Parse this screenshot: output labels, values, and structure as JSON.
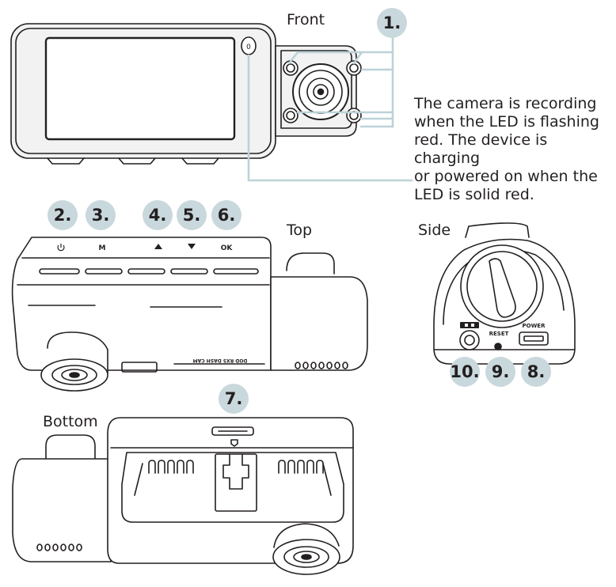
{
  "views": {
    "front": "Front",
    "top": "Top",
    "side": "Side",
    "bottom": "Bottom"
  },
  "callouts": [
    "1.",
    "2.",
    "3.",
    "4.",
    "5.",
    "6.",
    "7.",
    "8.",
    "9.",
    "10."
  ],
  "note": {
    "line1": "The camera is recording",
    "line2": "when the LED is flashing",
    "line3": "red. The device is charging",
    "line4": "or powered on when the",
    "line5": "LED is solid red."
  },
  "device_text": {
    "led_mark": "0",
    "button_mode": "M",
    "button_ok": "OK",
    "reset": "RESET",
    "power": "POWER",
    "brand": "DOD RX5 DASH CAM"
  },
  "colors": {
    "ink": "#231f20",
    "callout_line": "#bcd2d7",
    "badge_fill": "#c9d8dc",
    "bezel": "#f2f2f2",
    "screen": "#ffffff"
  },
  "icons": [
    "power-icon",
    "up-arrow-icon",
    "down-arrow-icon",
    "av-in-icon",
    "sd-card-icon"
  ]
}
